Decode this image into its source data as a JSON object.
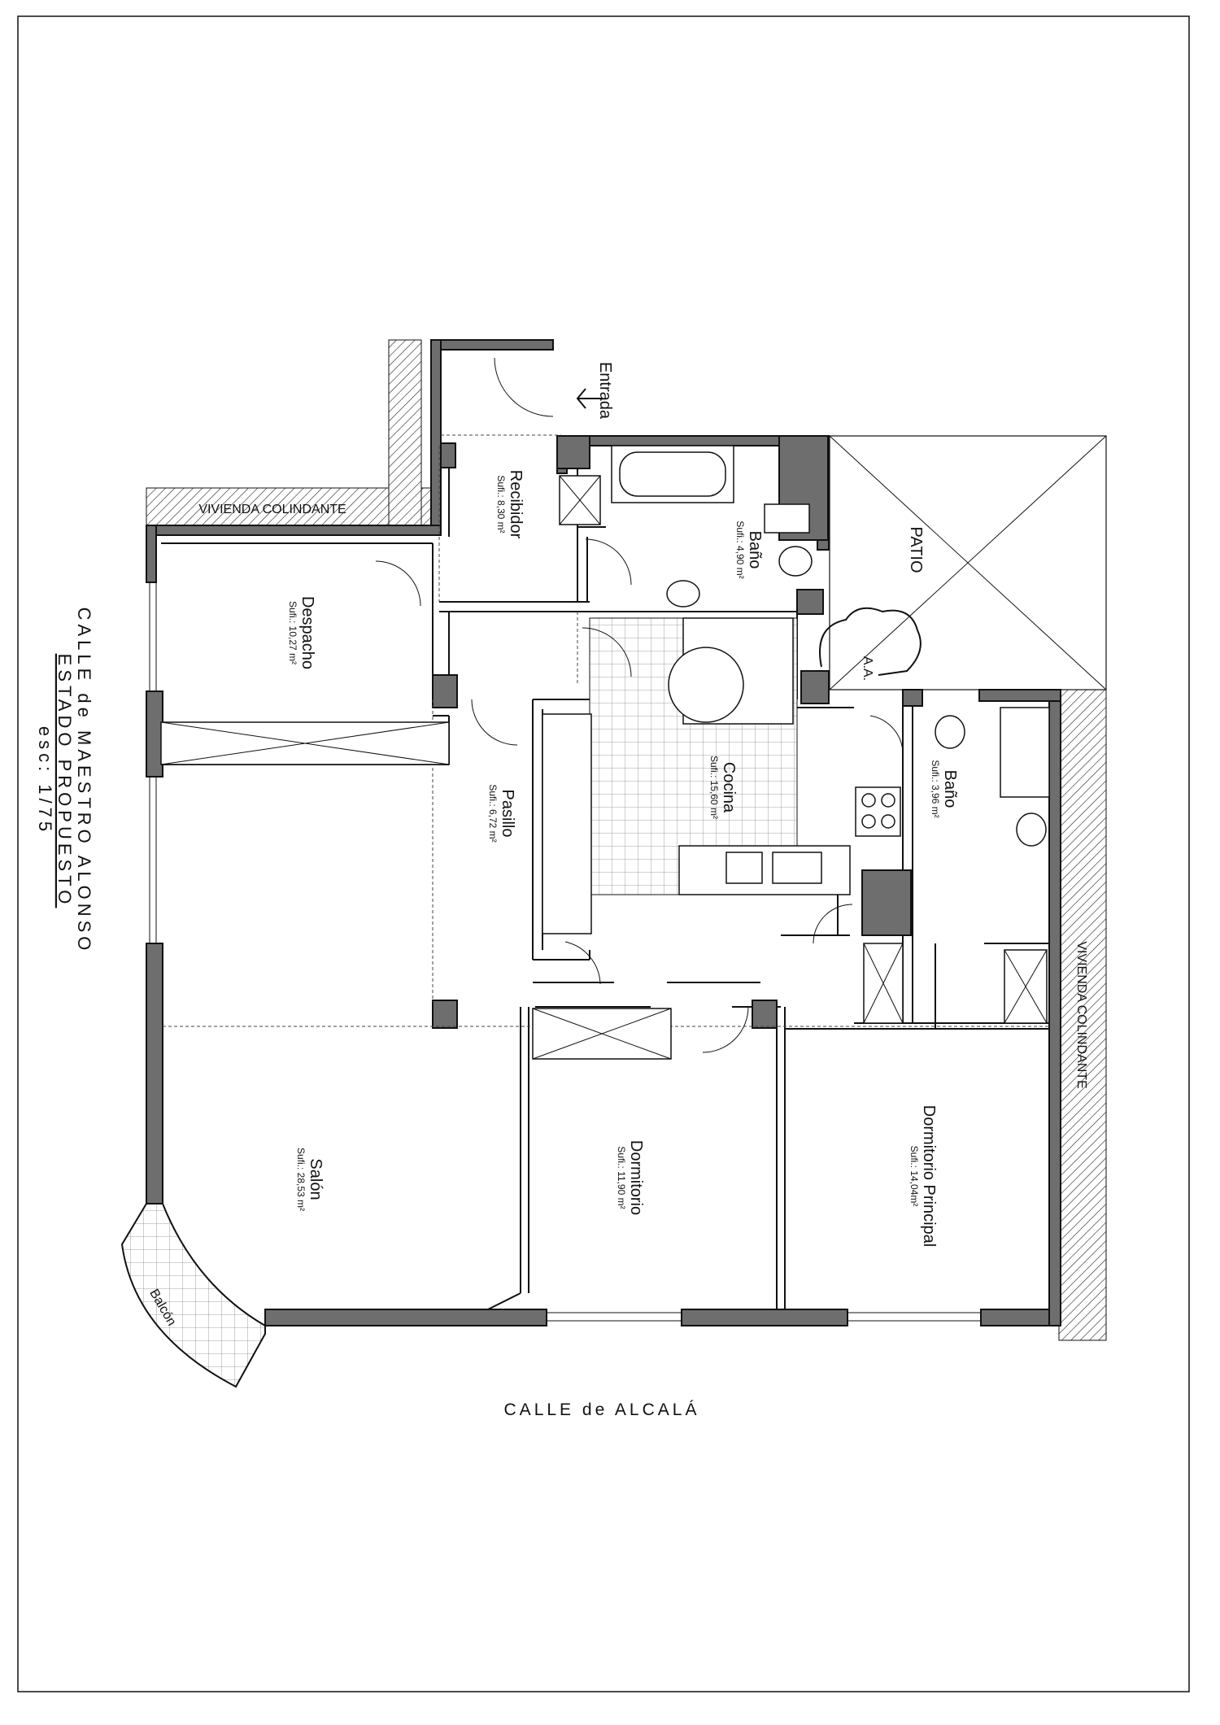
{
  "rooms": {
    "recibidor": {
      "name": "Recibidor",
      "area": "Sufi.: 8,30 m²"
    },
    "bano1": {
      "name": "Baño",
      "area": "Sufi.: 4,90 m²"
    },
    "despacho": {
      "name": "Despacho",
      "area": "Sufi.: 10,27 m²"
    },
    "pasillo": {
      "name": "Pasillo",
      "area": "Sufi.: 6,72 m²"
    },
    "cocina": {
      "name": "Cocina",
      "area": "Sufi.: 15,60 m²"
    },
    "bano2": {
      "name": "Baño",
      "area": "Sufi.: 3,96 m²"
    },
    "salon": {
      "name": "Salón",
      "area": "Sufi.: 28,53 m²"
    },
    "dormitorio": {
      "name": "Dormitorio",
      "area": "Sufi.: 11,90 m²"
    },
    "dormitorio_principal": {
      "name": "Dormitorio Principal",
      "area": "Sufi.: 14,04m²"
    }
  },
  "labels": {
    "entrada": "Entrada",
    "patio": "PATIO",
    "aa": "A.A.",
    "balcon": "Balcón",
    "vivienda_colindante_top": "VIVIENDA COLINDANTE",
    "vivienda_colindante_right": "VIVIENDA COLINDANTE"
  },
  "streets": {
    "south": "CALLE de ALCALÁ",
    "west": "CALLE de MAESTRO ALONSO"
  },
  "title_block": {
    "state": "ESTADO PROPUESTO",
    "scale": "esc: 1/75"
  }
}
